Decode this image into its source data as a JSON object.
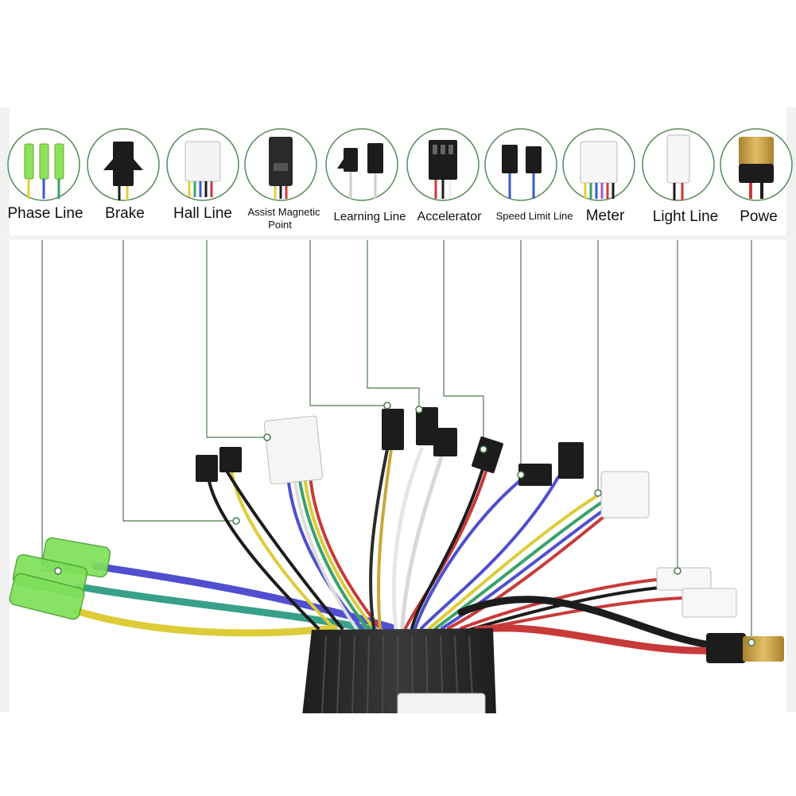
{
  "connectors": [
    {
      "label": "Phase Line",
      "icon": "phase-connector-icon"
    },
    {
      "label": "Brake",
      "icon": "brake-connector-icon"
    },
    {
      "label": "Hall Line",
      "icon": "hall-connector-icon"
    },
    {
      "label": "Assist Magnetic",
      "label2": "Point",
      "icon": "assist-magnetic-connector-icon"
    },
    {
      "label": "Learning Line",
      "icon": "learning-connector-icon"
    },
    {
      "label": "Accelerator",
      "icon": "accelerator-connector-icon"
    },
    {
      "label": "Speed Limit Line",
      "icon": "speed-limit-connector-icon"
    },
    {
      "label": "Meter",
      "icon": "meter-connector-icon"
    },
    {
      "label": "Light Line",
      "icon": "light-connector-icon"
    },
    {
      "label": "Powe",
      "icon": "power-connector-icon"
    }
  ],
  "colors": {
    "leader_line": "#4a7a4a",
    "circle_border": "#5a8a5a",
    "phase_green": "#7ee05a",
    "wire_blue": "#5a5ad0",
    "wire_teal": "#3aa28a",
    "wire_yellow": "#e0cf3a",
    "wire_red": "#c83a3a",
    "wire_black": "#1c1c1c",
    "controller_body": "#2a2a2a",
    "power_gold": "#c9a24a"
  }
}
